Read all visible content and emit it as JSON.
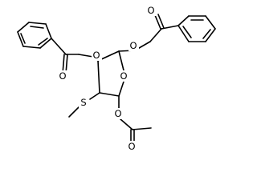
{
  "molecule": {
    "atoms": {
      "o_benzoate_top_right": "O",
      "o_ester_right": "O",
      "o_ester_left": "O",
      "o_benzoate_left_carbonyl": "O",
      "o_ring": "O",
      "s_methylthio": "S",
      "o_acetate_ester": "O",
      "o_acetate_carbonyl": "O"
    }
  }
}
